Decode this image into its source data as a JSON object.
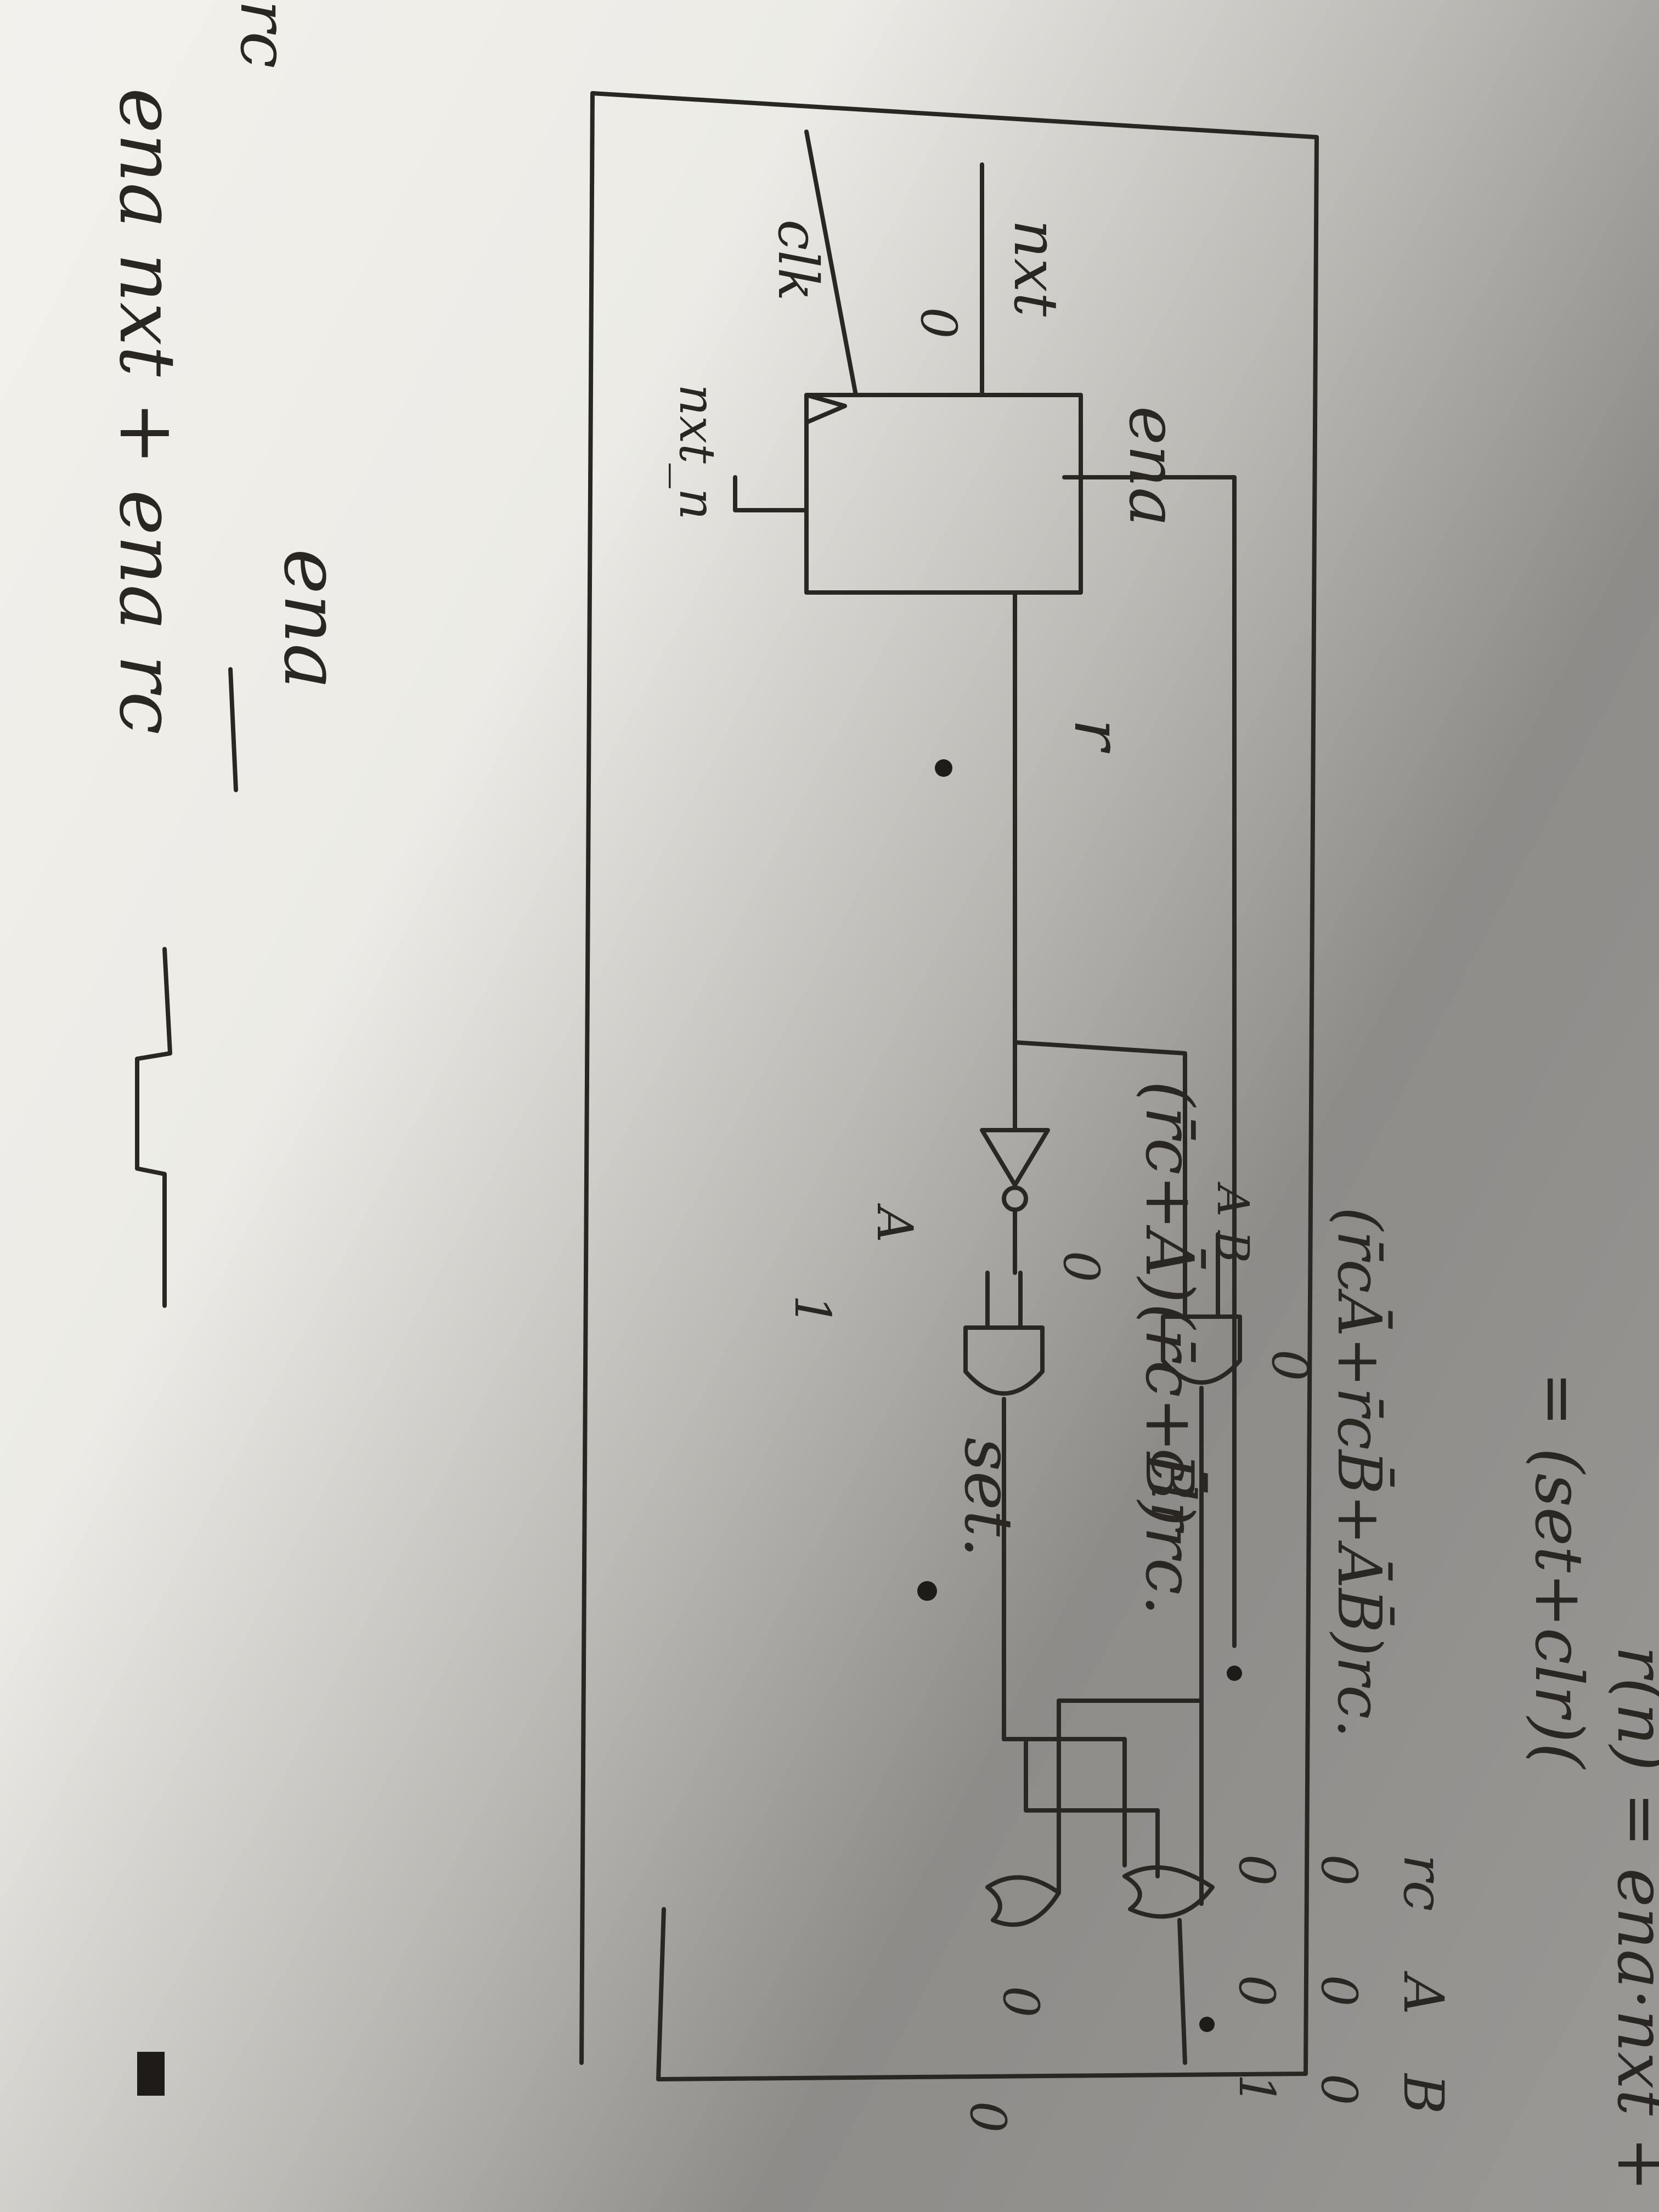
{
  "labels": {
    "nxt": "nxt",
    "clk": "clk",
    "nxt_n": "nxt_n",
    "zero_in": "0",
    "ena": "ena",
    "r": "r",
    "ab": "A B",
    "set_bar_zero": "0",
    "clr": "clr",
    "zero_nand": "0",
    "a_label": "A",
    "bar_one": "1",
    "set": "set.",
    "zero_or": "0",
    "zero_right": "0"
  },
  "equations": {
    "eq1": "r(n) = ena·nxt +",
    "eq2": "= (set+clr)(",
    "eq3": "(r̄c+Ā)(r̄c+B̄)rc.",
    "eq4": "(r̄cĀ+r̄cB̄+ĀB̄)rc.",
    "eq5": "ena",
    "eq6": "ena nxt + ena rc",
    "eq7": "rc"
  },
  "table": {
    "headers": [
      "rc",
      "A",
      "B"
    ],
    "rows": [
      [
        "0",
        "0",
        "0"
      ],
      [
        "0",
        "0",
        "1"
      ]
    ]
  }
}
